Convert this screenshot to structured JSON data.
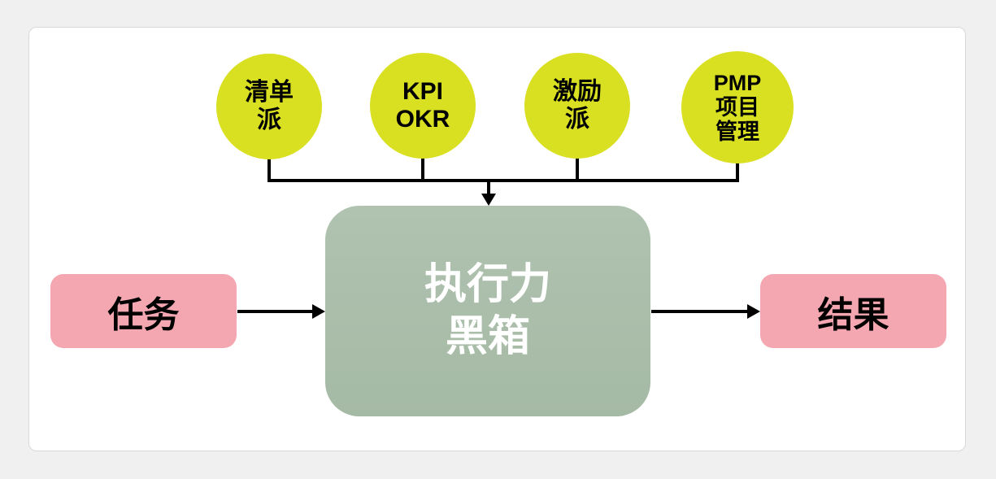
{
  "colors": {
    "page_bg": "#f0f0f0",
    "card_bg": "#ffffff",
    "circle_fill": "#d9e021",
    "center_box_fill": "#a9bda9",
    "side_box_fill": "#f4a7b0",
    "center_text_color": "#ffffff",
    "arrow_color": "#000000"
  },
  "circles": [
    {
      "name": "checklist-faction",
      "lines": [
        "清单",
        "派"
      ]
    },
    {
      "name": "kpi-okr",
      "lines": [
        "KPI",
        "OKR"
      ]
    },
    {
      "name": "incentive-faction",
      "lines": [
        "激励",
        "派"
      ]
    },
    {
      "name": "pmp-project-management",
      "lines": [
        "PMP",
        "项目",
        "管理"
      ]
    }
  ],
  "center_box": {
    "lines": [
      "执行力",
      "黑箱"
    ]
  },
  "left_box": {
    "label": "任务"
  },
  "right_box": {
    "label": "结果"
  }
}
